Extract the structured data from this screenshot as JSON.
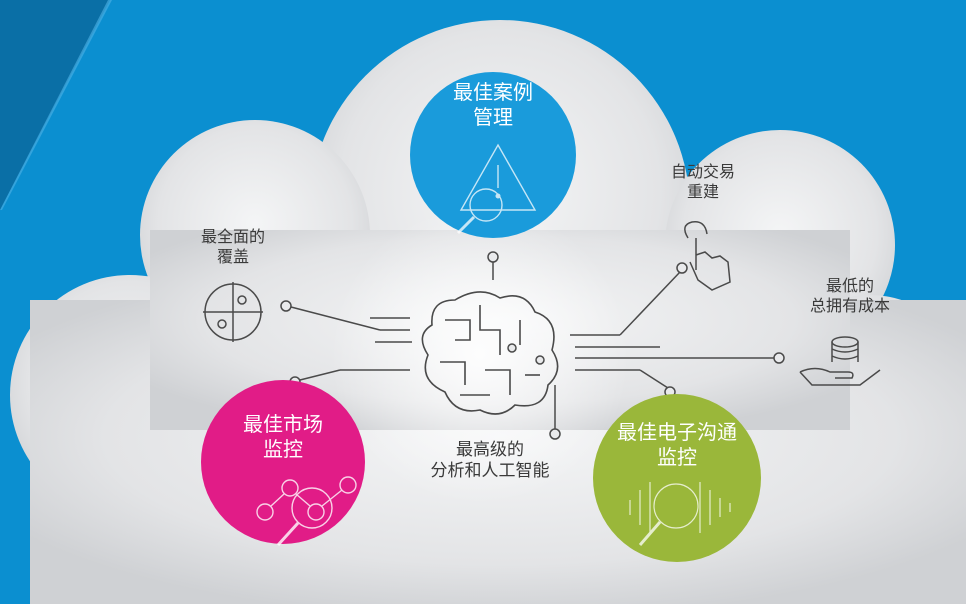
{
  "diagram": {
    "colors": {
      "background": "#0B8FD0",
      "background_dark": "#0A6FA6",
      "cloud": "#E9EAEC",
      "blue_circle": "#1A9BDB",
      "magenta_circle": "#E11C87",
      "green_circle": "#9AB73A",
      "line_gray": "#4a4a4a",
      "text_dark": "#3a3a3a",
      "text_light": "#FFFFFF"
    },
    "center": {
      "line1": "最高级的",
      "line2": "分析和人工智能"
    },
    "nodes": [
      {
        "line1": "最佳案例",
        "line2": "管理",
        "icon": "warning-magnifier-icon"
      },
      {
        "line1": "最全面的",
        "line2": "覆盖",
        "icon": "puzzle-crosshair-icon"
      },
      {
        "line1": "自动交易",
        "line2": "重建",
        "icon": "tap-gesture-icon"
      },
      {
        "line1": "最低的",
        "line2": "总拥有成本",
        "icon": "coins-hand-icon"
      },
      {
        "line1": "最佳市场",
        "line2": "监控",
        "icon": "network-magnifier-icon"
      },
      {
        "line1": "最佳电子沟通",
        "line2": "监控",
        "icon": "soundwave-magnifier-icon"
      }
    ],
    "center_icon": "brain-circuit-icon"
  }
}
